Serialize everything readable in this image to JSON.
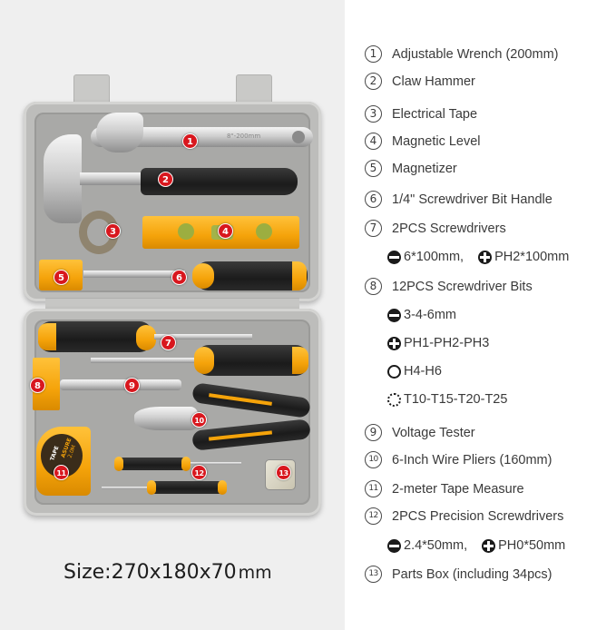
{
  "product": {
    "size_label": "Size:270x180x70",
    "size_unit": "mm"
  },
  "callouts": [
    "1",
    "2",
    "3",
    "4",
    "5",
    "6",
    "7",
    "8",
    "9",
    "10",
    "11",
    "12",
    "13"
  ],
  "case_text": {
    "wrench_marking": "8\"-200mm",
    "tape_marking_1": "TAPE",
    "tape_marking_2": "ASURE",
    "tape_marking_3": "2.0M"
  },
  "items": [
    {
      "num": "1",
      "label": "Adjustable Wrench (200mm)"
    },
    {
      "num": "2",
      "label": "Claw Hammer"
    },
    {
      "num": "3",
      "label": "Electrical Tape"
    },
    {
      "num": "4",
      "label": "Magnetic Level"
    },
    {
      "num": "5",
      "label": "Magnetizer"
    },
    {
      "num": "6",
      "label": "1/4\" Screwdriver Bit Handle"
    },
    {
      "num": "7",
      "label": "2PCS Screwdrivers",
      "specs": [
        {
          "icon": "slotted-icon",
          "text": "6*100mm,"
        },
        {
          "icon": "phillips-icon",
          "text": "PH2*100mm"
        }
      ]
    },
    {
      "num": "8",
      "label": "12PCS Screwdriver Bits",
      "specs": [
        {
          "icon": "slotted-icon",
          "text": "3-4-6mm"
        },
        {
          "icon": "phillips-icon",
          "text": "PH1-PH2-PH3"
        },
        {
          "icon": "hex-icon",
          "text": "H4-H6"
        },
        {
          "icon": "torx-icon",
          "text": "T10-T15-T20-T25"
        }
      ]
    },
    {
      "num": "9",
      "label": "Voltage Tester"
    },
    {
      "num": "10",
      "label": "6-Inch Wire Pliers (160mm)"
    },
    {
      "num": "11",
      "label": "2-meter Tape Measure"
    },
    {
      "num": "12",
      "label": "2PCS Precision Screwdrivers",
      "specs": [
        {
          "icon": "slotted-icon",
          "text": "2.4*50mm,"
        },
        {
          "icon": "phillips-icon",
          "text": "PH0*50mm"
        }
      ]
    },
    {
      "num": "13",
      "label": "Parts Box (including 34pcs)"
    }
  ],
  "colors": {
    "left_bg": "#efefef",
    "right_bg": "#ffffff",
    "badge_red": "#d8171e",
    "tool_yellow": "#f5a30a",
    "case_gray": "#bdbdbb",
    "text": "#3a3a3a"
  }
}
